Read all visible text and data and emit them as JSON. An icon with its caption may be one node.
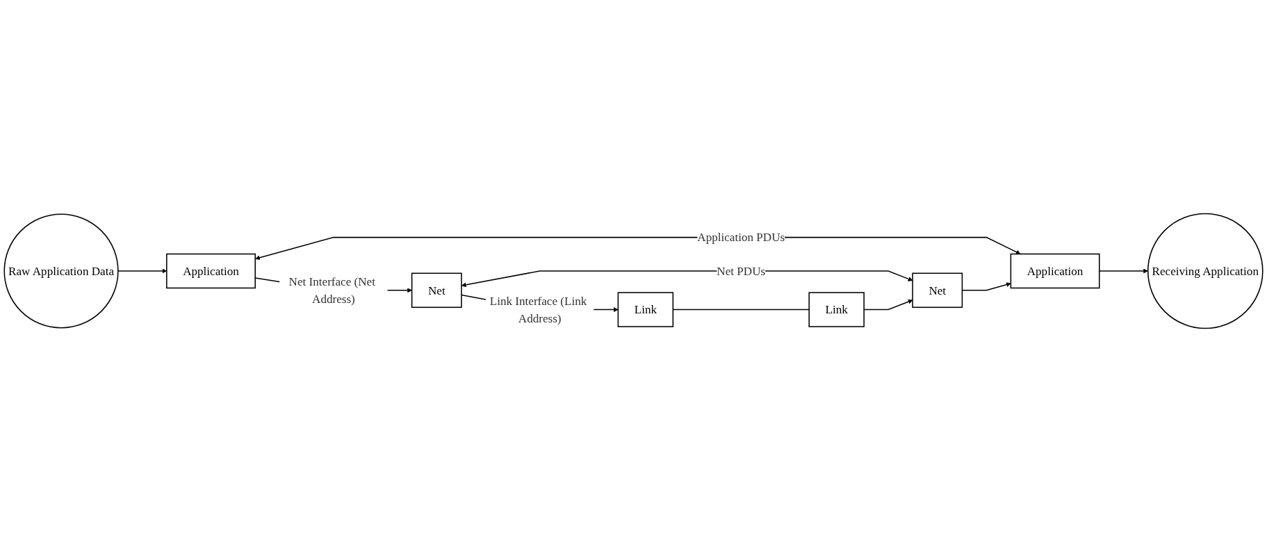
{
  "diagram": {
    "nodes": [
      {
        "text": [
          "Raw Application Data"
        ]
      },
      {
        "text": [
          "Application"
        ]
      },
      {
        "text": [
          "Application"
        ]
      },
      {
        "text": [
          "Receiving Application"
        ]
      },
      {
        "text": [
          "Net"
        ]
      },
      {
        "text": [
          "Net"
        ]
      },
      {
        "text": [
          "Link"
        ]
      },
      {
        "text": [
          "Link"
        ]
      }
    ],
    "edges": [
      {
        "from": 0,
        "to": 1,
        "arrow": "to"
      },
      {
        "from": 1,
        "to": 2,
        "arrow": "both",
        "label": "Application PDUs"
      },
      {
        "from": 2,
        "to": 3,
        "arrow": "to"
      },
      {
        "from": 1,
        "to": 4,
        "arrow": "to",
        "label": "Net Interface (Net Address)"
      },
      {
        "from": 4,
        "to": 5,
        "arrow": "both",
        "label": "Net PDUs"
      },
      {
        "from": 5,
        "to": 2,
        "arrow": "to"
      },
      {
        "from": 4,
        "to": 6,
        "arrow": "to",
        "label": "Link Interface (Link Address)"
      },
      {
        "from": 6,
        "to": 7,
        "arrow": "none"
      },
      {
        "from": 7,
        "to": 5,
        "arrow": "to"
      }
    ]
  }
}
